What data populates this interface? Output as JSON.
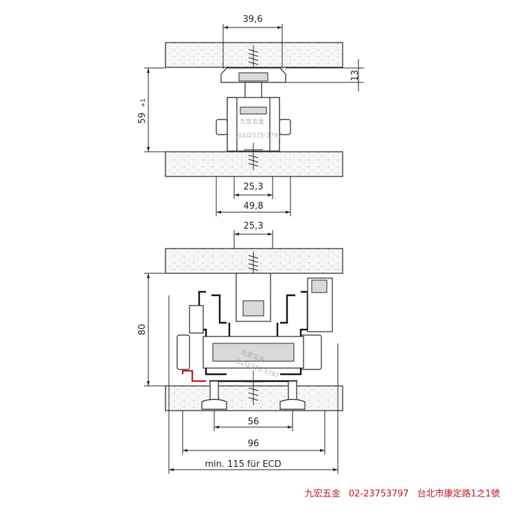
{
  "top_view": {
    "dims": {
      "width_top": "39,6",
      "height_right": "13",
      "height_left": "59",
      "height_left_tol": "+1",
      "width_inner": "25,3",
      "width_outer": "49,8"
    }
  },
  "bottom_view": {
    "dims": {
      "width_top": "25,3",
      "height_left": "80",
      "width_56": "56",
      "width_96": "96",
      "width_min": "min. 115 für ECD"
    }
  },
  "watermark": {
    "name": "九宏五金",
    "phone": "(02)2375-3797"
  },
  "footer": {
    "company": "九宏五金",
    "phone": "02-23753797",
    "address": "台北市康定路1之1號"
  }
}
